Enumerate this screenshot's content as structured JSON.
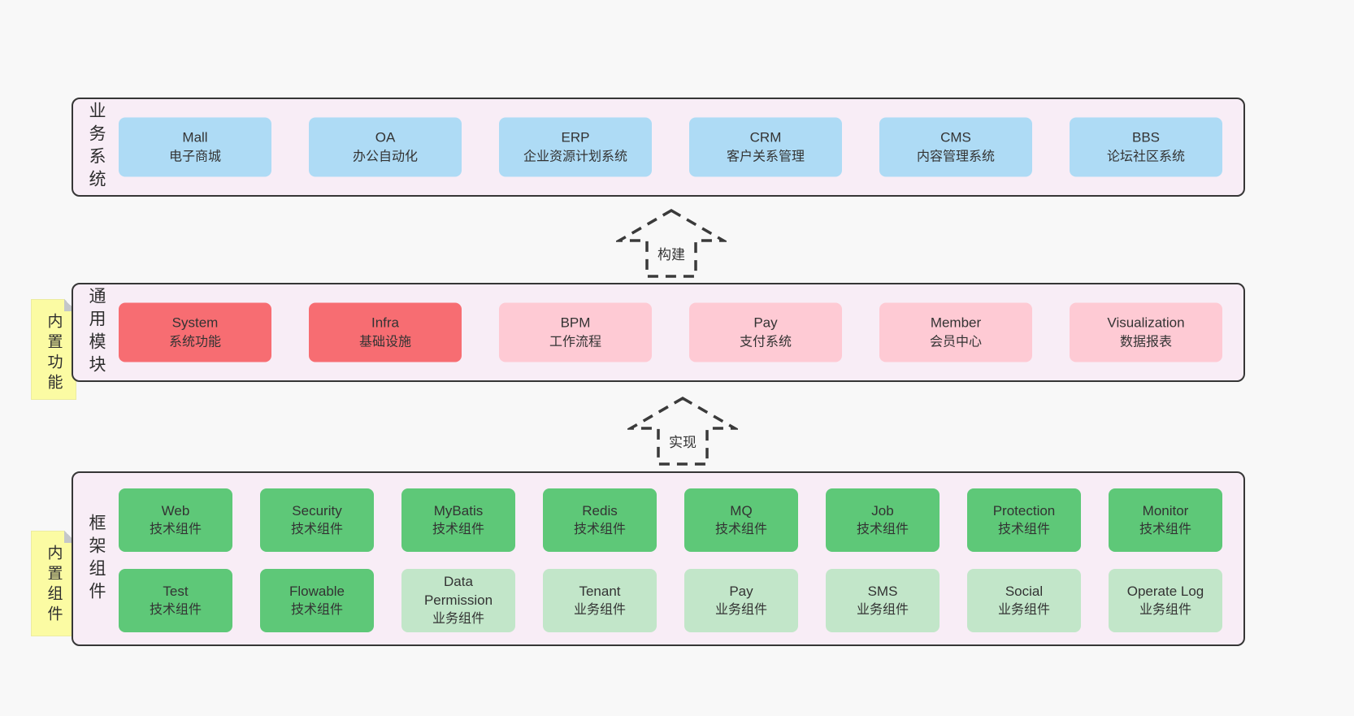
{
  "colors": {
    "page_background": "#f8f8f8",
    "band_background": "#f8edf6",
    "band_border": "#363636",
    "box_blue": "#aedbf5",
    "box_red": "#f76d72",
    "box_pink": "#fecad4",
    "box_green_dark": "#5ec878",
    "box_green_light": "#c2e6c9",
    "sticky_yellow": "#fbfba3",
    "sticky_fold_gray": "#c4c7c9",
    "text": "#333333"
  },
  "arrows": [
    {
      "label": "构建"
    },
    {
      "label": "实现"
    }
  ],
  "layers": [
    {
      "name": "业务系统",
      "boxes": [
        {
          "title": "Mall",
          "subtitle": "电子商城",
          "variant": "blue"
        },
        {
          "title": "OA",
          "subtitle": "办公自动化",
          "variant": "blue"
        },
        {
          "title": "ERP",
          "subtitle": "企业资源计划系统",
          "variant": "blue"
        },
        {
          "title": "CRM",
          "subtitle": "客户关系管理",
          "variant": "blue"
        },
        {
          "title": "CMS",
          "subtitle": "内容管理系统",
          "variant": "blue"
        },
        {
          "title": "BBS",
          "subtitle": "论坛社区系统",
          "variant": "blue"
        }
      ]
    },
    {
      "name": "通用模块",
      "sticky": "内置功能",
      "boxes": [
        {
          "title": "System",
          "subtitle": "系统功能",
          "variant": "red"
        },
        {
          "title": "Infra",
          "subtitle": "基础设施",
          "variant": "red"
        },
        {
          "title": "BPM",
          "subtitle": "工作流程",
          "variant": "pink"
        },
        {
          "title": "Pay",
          "subtitle": "支付系统",
          "variant": "pink"
        },
        {
          "title": "Member",
          "subtitle": "会员中心",
          "variant": "pink"
        },
        {
          "title": "Visualization",
          "subtitle": "数据报表",
          "variant": "pink"
        }
      ]
    },
    {
      "name": "框架组件",
      "sticky": "内置组件",
      "rows": [
        [
          {
            "title": "Web",
            "subtitle": "技术组件",
            "variant": "green-dark"
          },
          {
            "title": "Security",
            "subtitle": "技术组件",
            "variant": "green-dark"
          },
          {
            "title": "MyBatis",
            "subtitle": "技术组件",
            "variant": "green-dark"
          },
          {
            "title": "Redis",
            "subtitle": "技术组件",
            "variant": "green-dark"
          },
          {
            "title": "MQ",
            "subtitle": "技术组件",
            "variant": "green-dark"
          },
          {
            "title": "Job",
            "subtitle": "技术组件",
            "variant": "green-dark"
          },
          {
            "title": "Protection",
            "subtitle": "技术组件",
            "variant": "green-dark"
          },
          {
            "title": "Monitor",
            "subtitle": "技术组件",
            "variant": "green-dark"
          }
        ],
        [
          {
            "title": "Test",
            "subtitle": "技术组件",
            "variant": "green-dark"
          },
          {
            "title": "Flowable",
            "subtitle": "技术组件",
            "variant": "green-dark"
          },
          {
            "title": "Data Permission",
            "subtitle": "业务组件",
            "variant": "green-light"
          },
          {
            "title": "Tenant",
            "subtitle": "业务组件",
            "variant": "green-light"
          },
          {
            "title": "Pay",
            "subtitle": "业务组件",
            "variant": "green-light"
          },
          {
            "title": "SMS",
            "subtitle": "业务组件",
            "variant": "green-light"
          },
          {
            "title": "Social",
            "subtitle": "业务组件",
            "variant": "green-light"
          },
          {
            "title": "Operate Log",
            "subtitle": "业务组件",
            "variant": "green-light"
          }
        ]
      ]
    }
  ]
}
